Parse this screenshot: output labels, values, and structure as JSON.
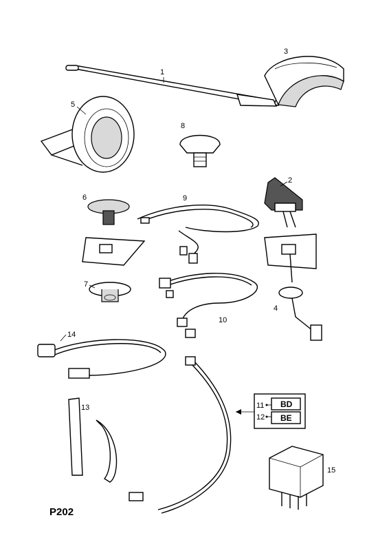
{
  "diagram": {
    "reference": "P202",
    "callouts": [
      "1",
      "2",
      "3",
      "4",
      "5",
      "6",
      "7",
      "8",
      "9",
      "10",
      "11",
      "12",
      "13",
      "14",
      "15"
    ],
    "legend_box": {
      "rows": [
        {
          "number": "11",
          "code": "BD"
        },
        {
          "number": "12",
          "code": "BE"
        }
      ]
    }
  }
}
